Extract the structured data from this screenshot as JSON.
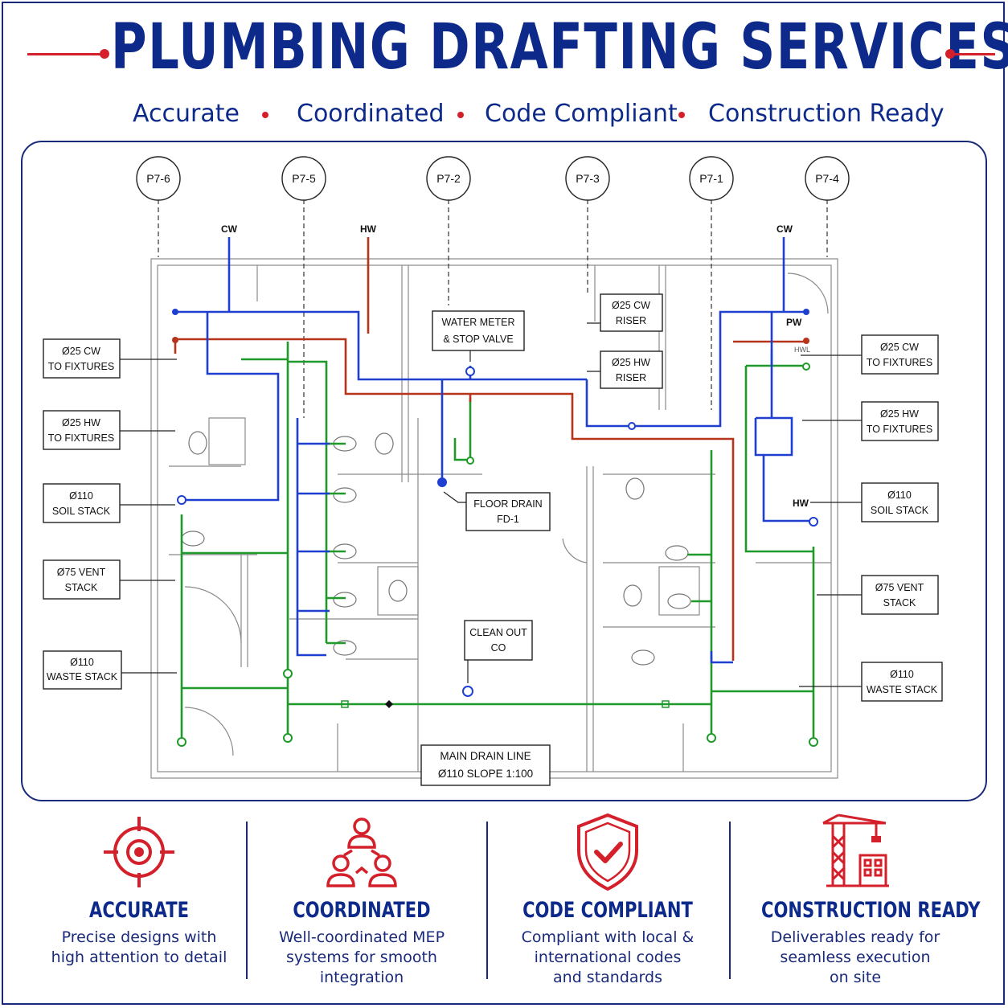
{
  "header": {
    "title": "PLUMBING DRAFTING SERVICES",
    "subtitle": [
      "Accurate",
      "Coordinated",
      "Code Compliant",
      "Construction Ready"
    ]
  },
  "colors": {
    "navy": "#0d2a8a",
    "red": "#d4202a",
    "cold_water": "#1f3fd0",
    "hot_water": "#b5341a",
    "drain": "#1f9a2a"
  },
  "drawing": {
    "grid_labels": [
      "P7-6",
      "P7-5",
      "P7-2",
      "P7-3",
      "P7-1",
      "P7-4"
    ],
    "line_labels": {
      "cw_left": "CW",
      "hw_top": "HW",
      "cw_right": "CW",
      "pw": "PW",
      "hw_right": "HW",
      "hwl": "HWL"
    },
    "callouts": {
      "left_cw": [
        "Ø25 CW",
        "TO FIXTURES"
      ],
      "left_hw": [
        "Ø25 HW",
        "TO FIXTURES"
      ],
      "left_soil": [
        "Ø110",
        "SOIL STACK"
      ],
      "left_vent": [
        "Ø75 VENT",
        "STACK"
      ],
      "left_waste": [
        "Ø110",
        "WASTE STACK"
      ],
      "water_meter": [
        "WATER METER",
        "& STOP VALVE"
      ],
      "cw_riser": [
        "Ø25 CW",
        "RISER"
      ],
      "hw_riser": [
        "Ø25 HW",
        "RISER"
      ],
      "floor_drain": [
        "FLOOR DRAIN",
        "FD-1"
      ],
      "clean_out": [
        "CLEAN OUT",
        "CO"
      ],
      "main_drain": [
        "MAIN DRAIN LINE",
        "Ø110 SLOPE 1:100"
      ],
      "right_cw": [
        "Ø25 CW",
        "TO FIXTURES"
      ],
      "right_hw": [
        "Ø25 HW",
        "TO FIXTURES"
      ],
      "right_soil": [
        "Ø110",
        "SOIL STACK"
      ],
      "right_vent": [
        "Ø75 VENT",
        "STACK"
      ],
      "right_waste": [
        "Ø110",
        "WASTE STACK"
      ]
    }
  },
  "features": [
    {
      "icon": "target-icon",
      "title": "ACCURATE",
      "lines": [
        "Precise designs with",
        "high attention to detail"
      ]
    },
    {
      "icon": "team-icon",
      "title": "COORDINATED",
      "lines": [
        "Well-coordinated MEP",
        "systems for smooth",
        "integration"
      ]
    },
    {
      "icon": "shield-check-icon",
      "title": "CODE COMPLIANT",
      "lines": [
        "Compliant with local &",
        "international codes",
        "and standards"
      ]
    },
    {
      "icon": "crane-building-icon",
      "title": "CONSTRUCTION READY",
      "lines": [
        "Deliverables ready for",
        "seamless execution",
        "on site"
      ]
    }
  ]
}
